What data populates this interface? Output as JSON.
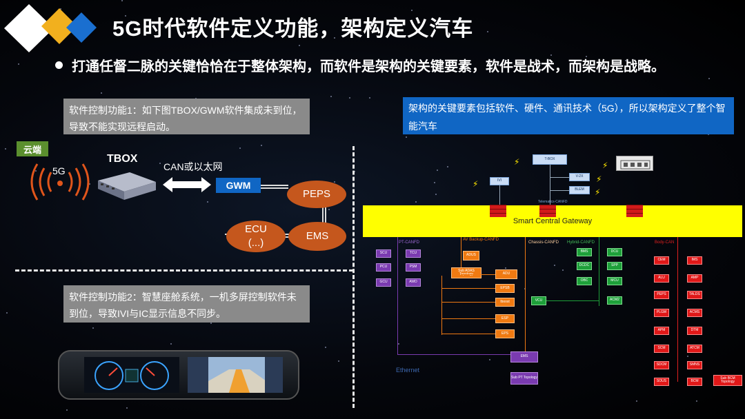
{
  "title": "5G时代软件定义功能，架构定义汽车",
  "bullet": "打通任督二脉的关键恰恰在于整体架构，而软件是架构的关键要素，软件是战术，而架构是战略。",
  "note1": "软件控制功能1：如下图TBOX/GWM软件集成未到位，导致不能实现远程启动。",
  "note2": "软件控制功能2：智慧座舱系统，一机多屏控制软件未到位，导致IVI与IC显示信息不同步。",
  "note3": "架构的关键要素包括软件、硬件、通讯技术（5G），所以架构定义了整个智能汽车",
  "left_diagram": {
    "cloud_tag": "云端",
    "signal": "5G",
    "tbox": "TBOX",
    "can_label": "CAN或以太网",
    "gwm": "GWM",
    "peps": "PEPS",
    "ecu": "ECU\n(...)",
    "ems": "EMS"
  },
  "arch": {
    "gateway": "Smart Central Gateway",
    "tbox": "T-BOX",
    "ivi": "IVI",
    "v2x": "V-2X",
    "blem": "BLEM",
    "telematics": "Telematics-CANFD",
    "buses": {
      "pt": "PT-CANFD",
      "av": "AV Backup-CANFD",
      "chassis": "Chassis-CANFD",
      "hybrid": "Hybrid-CANFD",
      "body": "Body-CAN",
      "ethernet": "Ethernet"
    },
    "pt_nodes": [
      "SCU",
      "TCU",
      "PCU",
      "PSM",
      "GCU",
      "AWD"
    ],
    "av_nodes": [
      "ADUS",
      "Sub ADAS Topology",
      "ADU"
    ],
    "chassis_nodes": [
      "EPSB",
      "Iboost",
      "ESP",
      "EPS"
    ],
    "vcu": "VCU",
    "hybrid_nodes": [
      "BMS",
      "DCU",
      "DCDC",
      "SPP",
      "OBC",
      "MCU",
      "ACM2"
    ],
    "body_left": [
      "CEM",
      "ALU",
      "PEPS",
      "PLGM",
      "APM",
      "SCM",
      "SDCM",
      "SOUS"
    ],
    "body_right": [
      "IMS",
      "AMP",
      "TALDS",
      "ACMS",
      "DTM",
      "ATCM",
      "SMNS",
      "BCM"
    ],
    "sub_bcm": "Sub BCM Topology",
    "ems": "EMS",
    "sub_pt": "Sub PT Topology"
  },
  "colors": {
    "title": "#ffffff",
    "gateway_bg": "#ffff00",
    "gwm_bg": "#1066c4",
    "pill": "#c5571d",
    "cloud_tag_bg": "#5b8f2e",
    "note_gray": "#8a8a8a",
    "note_blue": "#1066c4"
  },
  "icons": [
    "diamond-logo-icon",
    "signal-wave-icon",
    "tbox-device-icon",
    "double-arrow-icon",
    "firewall-icon",
    "lightning-icon",
    "building-icon",
    "dashboard-screen-icon",
    "map-screen-icon"
  ]
}
